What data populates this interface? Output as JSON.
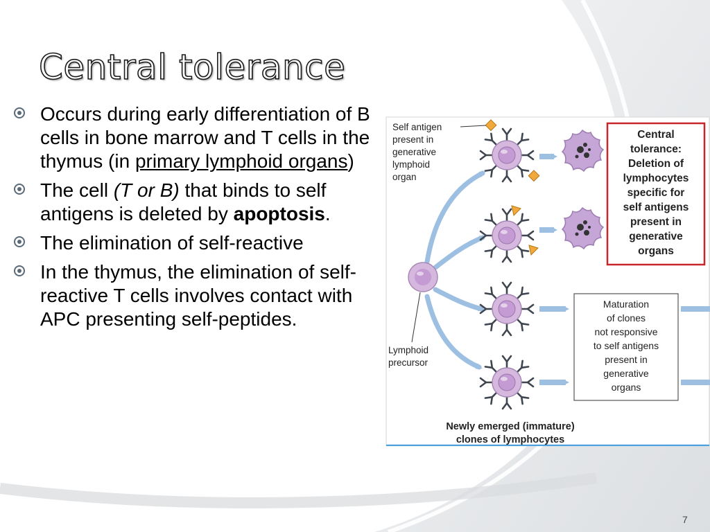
{
  "slide": {
    "title": "Central tolerance",
    "page_number": "7"
  },
  "bullets": [
    {
      "pre": "Occurs during early differentiation of B cells in bone marrow and T cells in the thymus (in ",
      "link": "primary lymphoid organs",
      "post": ")"
    },
    {
      "pre": "The cell ",
      "em": "(T or B)",
      "mid": " that binds to self antigens is deleted by ",
      "strong": "apoptosis",
      "post": "."
    },
    {
      "text": "The elimination of self-reactive"
    },
    {
      "text": "In the thymus, the elimination of self-reactive T cells involves contact with APC presenting self-peptides."
    }
  ],
  "figure": {
    "self_antigen_label": [
      "Self antigen",
      "present in",
      "generative",
      "lymphoid",
      "organ"
    ],
    "lymphoid_precursor_label": [
      "Lymphoid",
      "precursor"
    ],
    "central_tolerance_box": [
      "Central",
      "tolerance:",
      "Deletion of",
      "lymphocytes",
      "specific for",
      "self antigens",
      "present in",
      "generative",
      "organs"
    ],
    "maturation_box": [
      "Maturation",
      "of clones",
      "not responsive",
      "to self antigens",
      "present in",
      "generative",
      "organs"
    ],
    "caption": [
      "Newly emerged (immature)",
      "clones of lymphocytes"
    ],
    "colors": {
      "cell_fill": "#d6b8df",
      "cell_nucleus": "#c49bd3",
      "receptor": "#3f4650",
      "arrow": "#9dbfe2",
      "antigen": "#f2a93b",
      "red_box": "#c9262c",
      "apoptotic": "#c6a6d6"
    }
  }
}
